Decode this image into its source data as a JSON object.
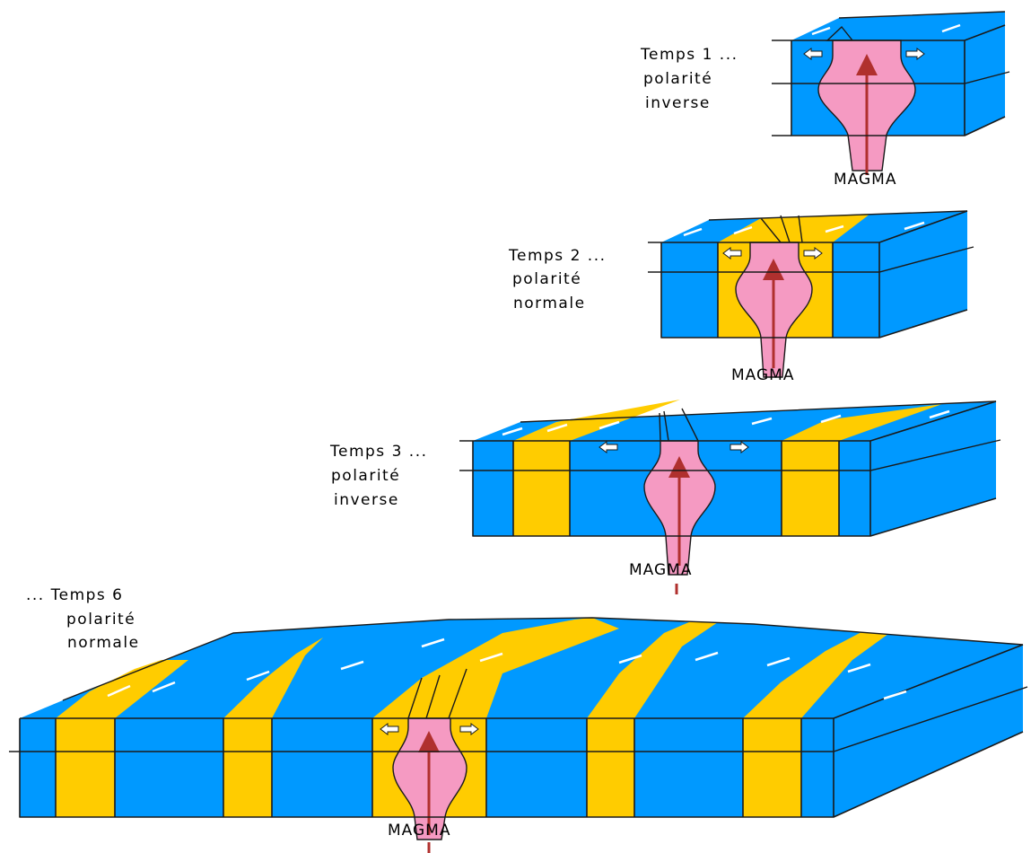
{
  "colors": {
    "normal": "#ffcc00",
    "inverse": "#0099ff",
    "magma": "#f59ac2",
    "magma_arrow": "#b0302e",
    "outline": "#1a1a1a"
  },
  "panels": [
    {
      "label_lines": [
        "Temps 1 ...",
        "polarité",
        "inverse"
      ],
      "magma_label": "MAGMA",
      "stripes": [
        "inverse"
      ]
    },
    {
      "label_lines": [
        "Temps 2 ...",
        "polarité",
        "normale"
      ],
      "magma_label": "MAGMA",
      "stripes": [
        "inverse",
        "normal",
        "inverse"
      ]
    },
    {
      "label_lines": [
        "Temps 3 ...",
        "polarité",
        "inverse"
      ],
      "magma_label": "MAGMA",
      "stripes": [
        "inverse",
        "normal",
        "inverse",
        "normal",
        "inverse"
      ]
    },
    {
      "label_lines": [
        "... Temps 6",
        "polarité",
        "normale"
      ],
      "magma_label": "MAGMA",
      "stripes": [
        "inverse",
        "normal",
        "inverse",
        "normal",
        "inverse",
        "normal",
        "inverse",
        "normal",
        "inverse",
        "normal",
        "inverse"
      ]
    }
  ]
}
